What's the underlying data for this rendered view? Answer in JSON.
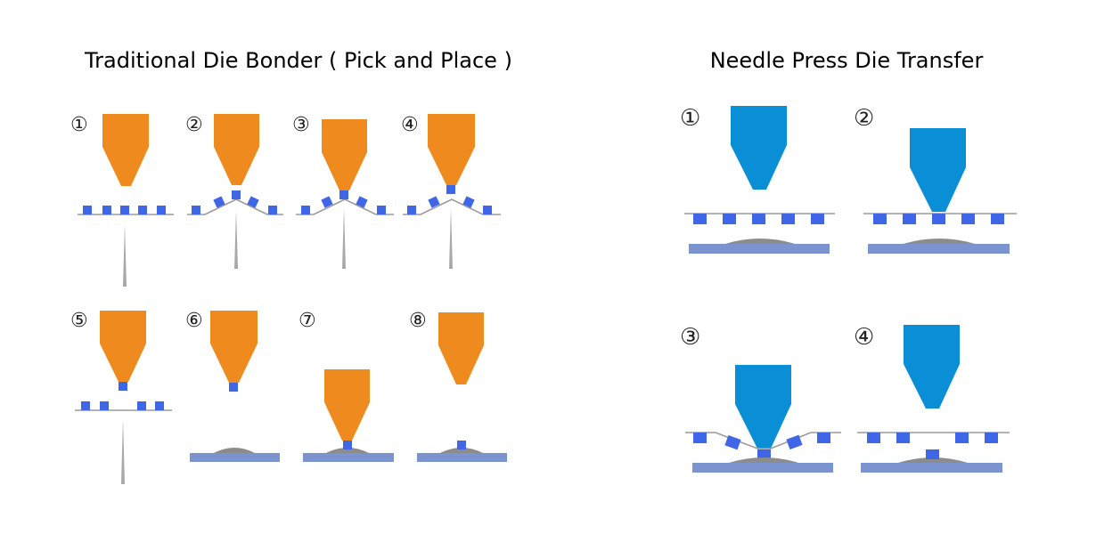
{
  "titles": {
    "left": "Traditional Die Bonder ( Pick and Place )",
    "right": "Needle Press Die Transfer"
  },
  "traditional": {
    "steps": [
      "①",
      "②",
      "③",
      "④",
      "⑤",
      "⑥",
      "⑦",
      "⑧"
    ]
  },
  "needle_press": {
    "steps": [
      "①",
      "②",
      "③",
      "④"
    ]
  },
  "colors": {
    "nozzle_traditional": "#EF8A1E",
    "nozzle_needle_press": "#0A8FD6",
    "die": "#3F66E6",
    "tape": "#9A9A9A",
    "ejector_needle": "#A8A8A8",
    "substrate": "#7B93CE",
    "adhesive": "#8C8C8C"
  }
}
